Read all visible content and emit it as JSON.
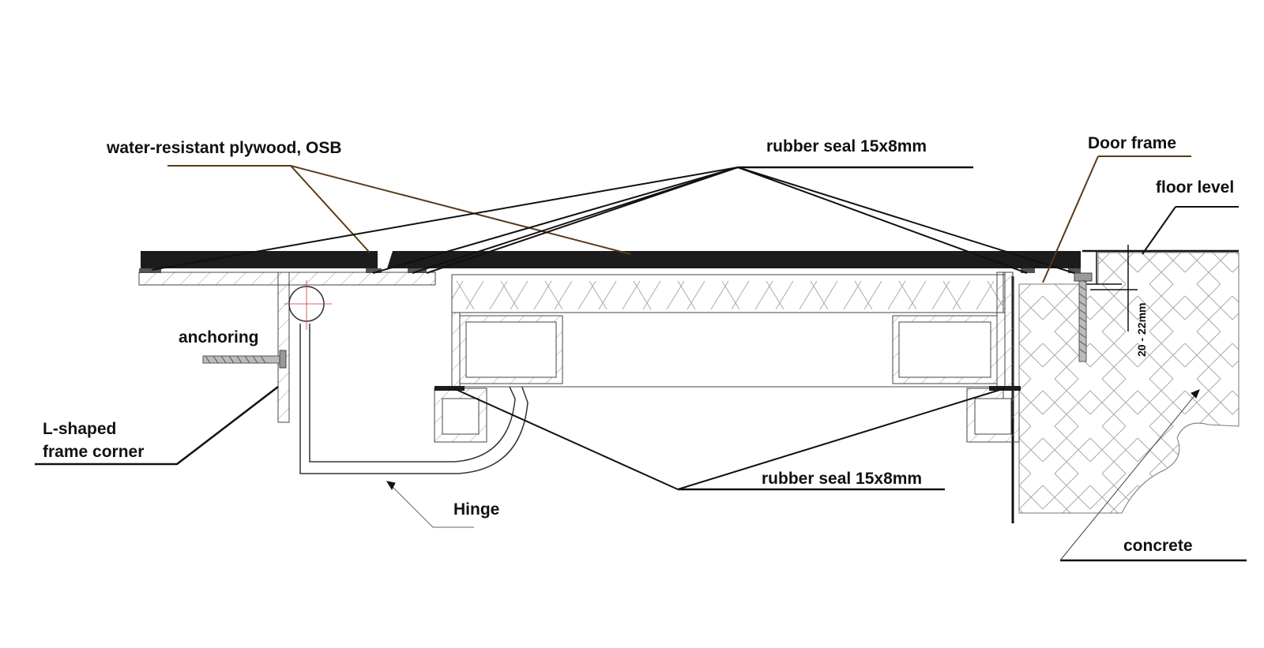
{
  "labels": {
    "plywood": "water-resistant plywood, OSB",
    "seal_top": "rubber seal 15x8mm",
    "door_frame": "Door frame",
    "floor_level": "floor level",
    "anchoring": "anchoring",
    "frame_corner_line1": "L-shaped",
    "frame_corner_line2": "frame corner",
    "hinge": "Hinge",
    "seal_bottom": "rubber seal 15x8mm",
    "concrete": "concrete",
    "dimension": "20 - 22mm"
  },
  "colors": {
    "panel": "#1c1c1c",
    "line": "#1a1a1a",
    "leader_brown": "#5a3a1a",
    "hatch": "#9a9a9a"
  }
}
